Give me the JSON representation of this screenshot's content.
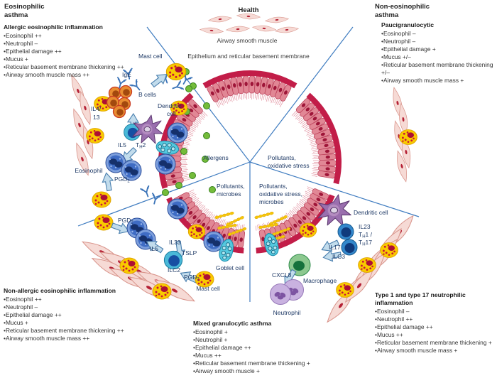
{
  "titles": {
    "eosinophilic_line1": "Eosinophilic",
    "eosinophilic_line2": "asthma",
    "health": "Health",
    "non_eosinophilic_line1": "Non-eosinophilic",
    "non_eosinophilic_line2": "asthma"
  },
  "health_labels": {
    "smooth_muscle": "Airway smooth muscle",
    "epithelium": "Epithelium and reticular basement membrane"
  },
  "panels": {
    "allergic": {
      "title": "Allergic eosinophilic inflammation",
      "bullets": [
        "Eosinophil ++",
        "Neutrophil –",
        "Epithelial damage ++",
        "Mucus +",
        "Reticular basement membrane thickening ++",
        "Airway smooth muscle mass ++"
      ]
    },
    "paucigranulocytic": {
      "title": "Paucigranulocytic",
      "bullets": [
        "Eosinophil –",
        "Neutrophil –",
        "Epithelial damage +",
        "Mucus +/–",
        "Reticular basement membrane thickening +/–",
        "Airway smooth muscle mass +"
      ]
    },
    "non_allergic": {
      "title": "Non-allergic eosinophilic inflammation",
      "bullets": [
        "Eosinophil ++",
        "Neutrophil –",
        "Epithelial damage ++",
        "Mucus +",
        "Reticular basement membrane thickening ++",
        "Airway smooth muscle mass ++"
      ]
    },
    "mixed": {
      "title": "Mixed granulocytic asthma",
      "bullets": [
        "Eosinophil +",
        "Neutrophil +",
        "Epithelial damage ++",
        "Mucus ++",
        "Reticular basement membrane thickening +",
        "Airway smooth muscle +"
      ]
    },
    "type1_17": {
      "title": "Type 1 and type 17 neutrophilic inflammation",
      "bullets": [
        "Eosinophil –",
        "Neutrophil ++",
        "Epithelial damage ++",
        "Mucus ++",
        "Reticular basement membrane thickening +",
        "Airway smooth muscle mass +"
      ]
    }
  },
  "triggers": {
    "allergens": "Allergens",
    "pollutants_ox_1": "Pollutants,",
    "pollutants_ox_2": "oxidative stress",
    "pollutants_mic_1": "Pollutants,",
    "pollutants_mic_2": "microbes",
    "pollutants_oxmic_1": "Pollutants,",
    "pollutants_oxmic_2": "oxidative stress,",
    "pollutants_oxmic_3": "microbes"
  },
  "cells": {
    "mast_top": "Mast cell",
    "ige": "IgE",
    "b_cells": "B cells",
    "dendritic_left_1": "Dendritic",
    "dendritic_left_2": "cell",
    "eosinophil": "Eosinophil",
    "ilc2": "ILC2",
    "mast_bottom": "Mast cell",
    "goblet": "Goblet cell",
    "macrophage": "Macrophage",
    "neutrophil": "Neutrophil",
    "dendritic_right": "Dendritic cell"
  },
  "mediators": {
    "il4_1": "IL4/",
    "il4_2": "13",
    "il5": "IL5",
    "th_t": "T",
    "th_h": "H",
    "th2_n": "2",
    "th1_n": "1 /",
    "th17_n": "17",
    "pgd_main": "PGD",
    "pgd_sub": "2",
    "il33": "IL33",
    "tslp": "TSLP",
    "il23": "IL23",
    "il17": "IL17",
    "ilc3": "ILC3",
    "cxcl8": "CXCL8"
  },
  "colors": {
    "line_blue": "#3f7cc0",
    "membrane_red": "#c21d48",
    "epithelium_pink": "#e18795",
    "epithelium_nucleus": "#9e1538",
    "cilia_pink": "#e293a1",
    "mast_yellow": "#f9ca00",
    "eosinophil_blue": "#3f6cc4",
    "allergen_green": "#74bc3a",
    "neutrophil_purple": "#c9b2e0",
    "macrophage_green": "#15713c",
    "label_navy": "#1f3a66"
  }
}
